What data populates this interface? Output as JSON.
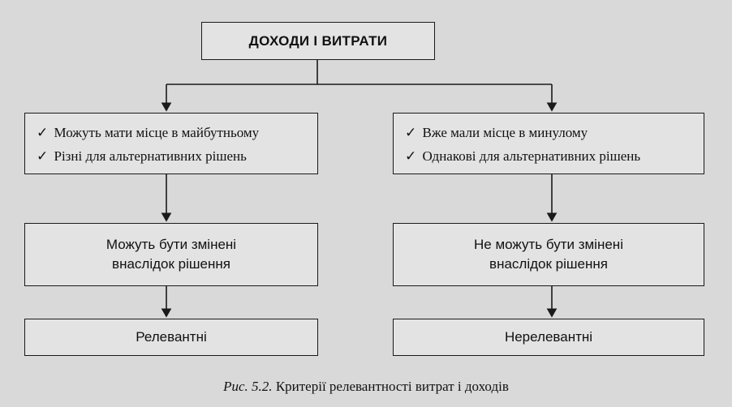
{
  "title": "ДОХОДИ І ВИТРАТИ",
  "left_criteria": [
    {
      "check": "✓",
      "text": "Можуть мати місце в майбутньому"
    },
    {
      "check": "✓",
      "text": "Різні для альтернативних рішень"
    }
  ],
  "right_criteria": [
    {
      "check": "✓",
      "text": "Вже мали місце в минулому"
    },
    {
      "check": "✓",
      "text": "Однакові для альтернативних рішень"
    }
  ],
  "left_middle": [
    "Можуть бути змінені",
    "внаслідок рішення"
  ],
  "right_middle": [
    "Не можуть бути змінені",
    "внаслідок рішення"
  ],
  "left_result": "Релевантні",
  "right_result": "Нерелевантні",
  "caption": {
    "label": "Рис. 5.2.",
    "text": "Критерії релевантності витрат і доходів"
  }
}
